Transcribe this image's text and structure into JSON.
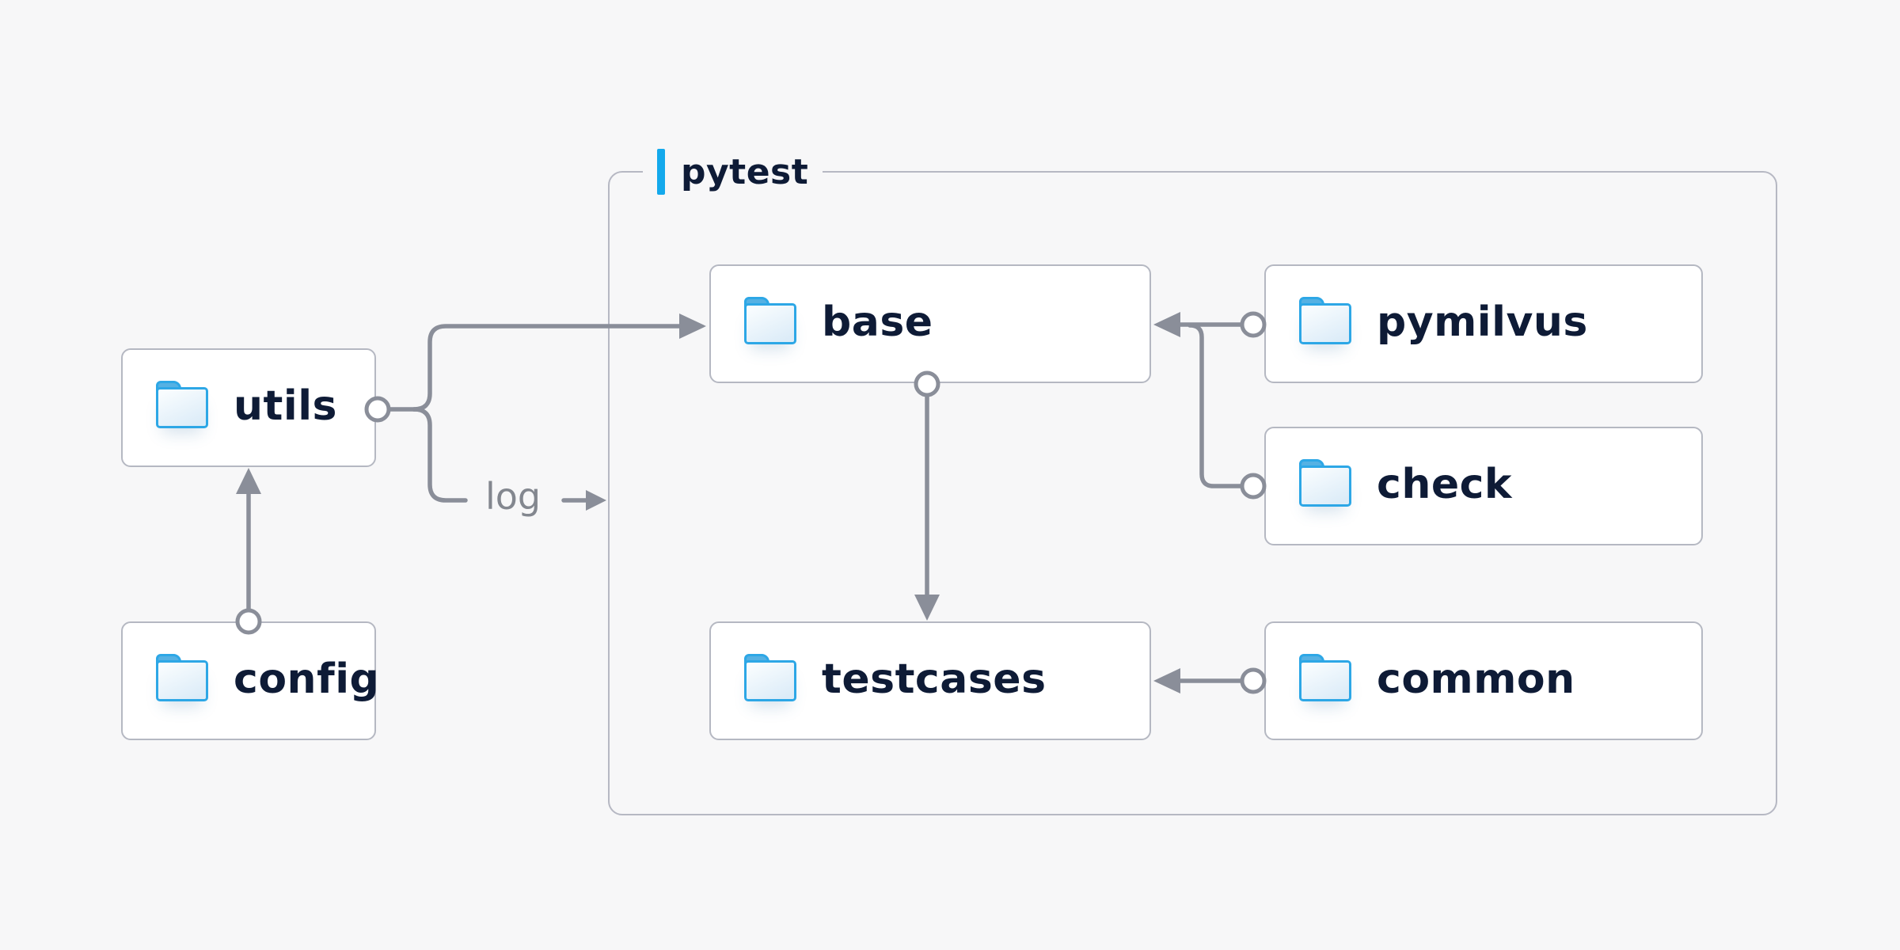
{
  "diagram": {
    "background_color": "#f7f7f8",
    "accent_blue": "#14a9ec",
    "folder_blue": "#2da7e6",
    "line_gray": "#8a8e99",
    "box_border_gray": "#b5b8c2",
    "text_navy": "#0e1b36",
    "group": {
      "label": "pytest"
    },
    "nodes": [
      {
        "id": "utils",
        "label": "utils",
        "icon": "folder-icon",
        "inside_group": false
      },
      {
        "id": "config",
        "label": "config",
        "icon": "folder-icon",
        "inside_group": false
      },
      {
        "id": "base",
        "label": "base",
        "icon": "folder-icon",
        "inside_group": true
      },
      {
        "id": "pymilvus",
        "label": "pymilvus",
        "icon": "folder-icon",
        "inside_group": true
      },
      {
        "id": "check",
        "label": "check",
        "icon": "folder-icon",
        "inside_group": true
      },
      {
        "id": "testcases",
        "label": "testcases",
        "icon": "folder-icon",
        "inside_group": true
      },
      {
        "id": "common",
        "label": "common",
        "icon": "folder-icon",
        "inside_group": true
      }
    ],
    "edge_label": "log",
    "edges": [
      {
        "from": "config",
        "to": "utils"
      },
      {
        "from": "utils",
        "to": "base"
      },
      {
        "from": "utils",
        "to": "pytest-group",
        "label": "log"
      },
      {
        "from": "pymilvus",
        "to": "base"
      },
      {
        "from": "check",
        "to": "base"
      },
      {
        "from": "base",
        "to": "testcases"
      },
      {
        "from": "common",
        "to": "testcases"
      }
    ]
  }
}
